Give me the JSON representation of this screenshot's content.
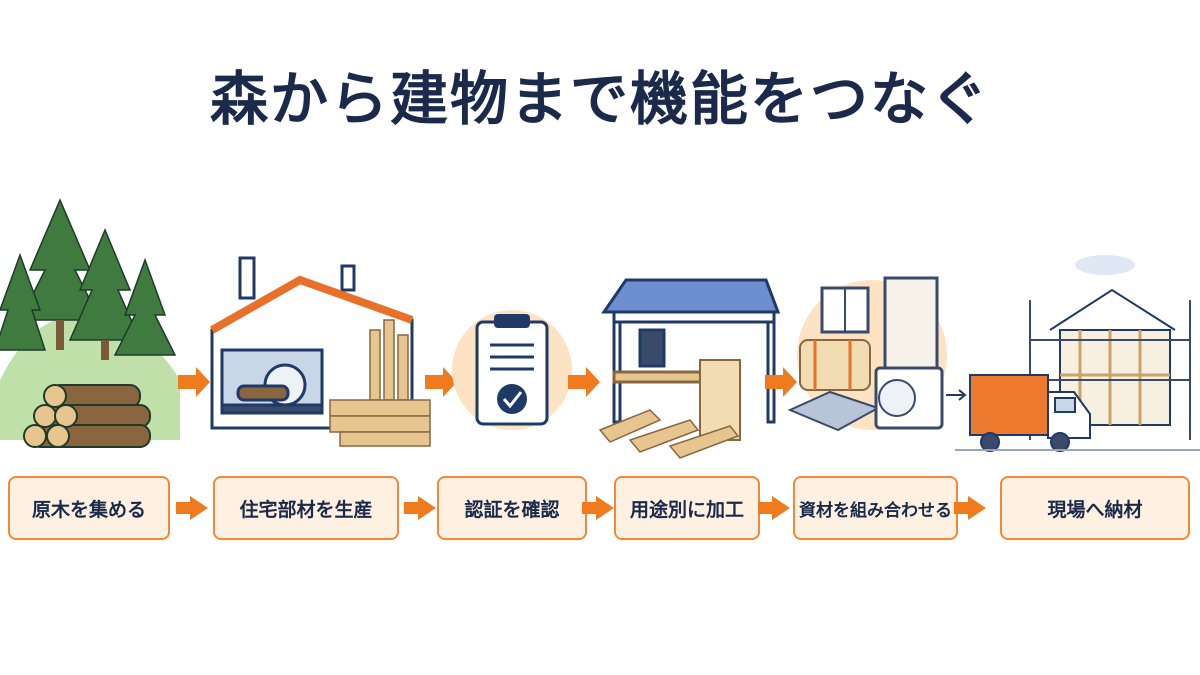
{
  "title": "森から建物まで機能をつなぐ",
  "steps": [
    {
      "label": "原木を集める",
      "icon": "forest-logs-icon"
    },
    {
      "label": "住宅部材を生産",
      "icon": "factory-icon"
    },
    {
      "label": "認証を確認",
      "icon": "clipboard-check-icon"
    },
    {
      "label": "用途別に加工",
      "icon": "processing-machine-icon"
    },
    {
      "label": "資材を組み合わせる",
      "icon": "materials-bundle-icon"
    },
    {
      "label": "現場へ納材",
      "icon": "delivery-truck-icon"
    }
  ],
  "colors": {
    "title": "#1b2a4a",
    "accent": "#f07a1e",
    "box_fill": "#fff1e2",
    "box_border": "#f08a3a",
    "navy": "#1f3a66",
    "tree": "#3f7a3e",
    "wood": "#e6c58f"
  }
}
